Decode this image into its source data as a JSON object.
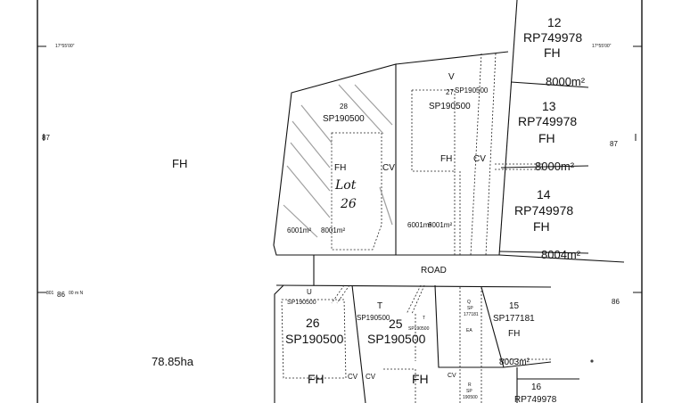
{
  "map": {
    "graticule": {
      "lat_left": "17°55'00\"",
      "lat_right": "17°55'00\"",
      "east_left": "87",
      "east_right": "87",
      "north_prefix": "801",
      "north_value": "86",
      "north_suffix": "00 m N",
      "north_right": "86"
    },
    "left_parcel": {
      "tenure": "FH",
      "area": "78.85ha"
    },
    "road": {
      "label": "ROAD"
    },
    "lots": {
      "lot12": {
        "number": "12",
        "plan": "RP749978",
        "tenure": "FH",
        "area": "8000m²"
      },
      "lot13": {
        "number": "13",
        "plan": "RP749978",
        "tenure": "FH",
        "area": "8000m²"
      },
      "lot14": {
        "number": "14",
        "plan": "RP749978",
        "tenure": "FH",
        "area": "8004m²"
      },
      "lot28": {
        "number": "28",
        "plan": "SP190500",
        "tenure": "FH",
        "easement": "CV",
        "area": "6001m²",
        "area_overlap": "8001m²",
        "handwritten_line1": "Lot",
        "handwritten_line2": "26"
      },
      "lot27": {
        "number": "27",
        "easement_letter": "V",
        "plan_over": "SP190500",
        "plan": "SP190500",
        "tenure": "FH",
        "easement": "CV",
        "area": "6001m²",
        "area_overlap": "6001m²"
      },
      "lot26": {
        "easement_letter": "U",
        "easement_plan": "SP190500",
        "number": "26",
        "plan": "SP190500",
        "tenure": "FH",
        "easement": "CV"
      },
      "lot25": {
        "easement_letter": "T",
        "easement_plan": "SP190500",
        "small_letter": "T",
        "small_plan": "SP190500",
        "number": "25",
        "plan": "SP190500",
        "tenure": "FH",
        "easement": "CV"
      },
      "lot15": {
        "number": "15",
        "plan": "SP177181",
        "tenure": "FH",
        "area": "8003m²"
      },
      "lot16": {
        "number": "16",
        "plan": "RP749978"
      }
    },
    "strip_labels": {
      "cv_small": "CV",
      "strip_q": "Q",
      "strip_sp": "SP",
      "strip_num": "177181",
      "strip_ea": "EA",
      "strip_bottom_r": "R",
      "strip_bottom_sp": "SP",
      "strip_bottom_num": "190500"
    }
  }
}
